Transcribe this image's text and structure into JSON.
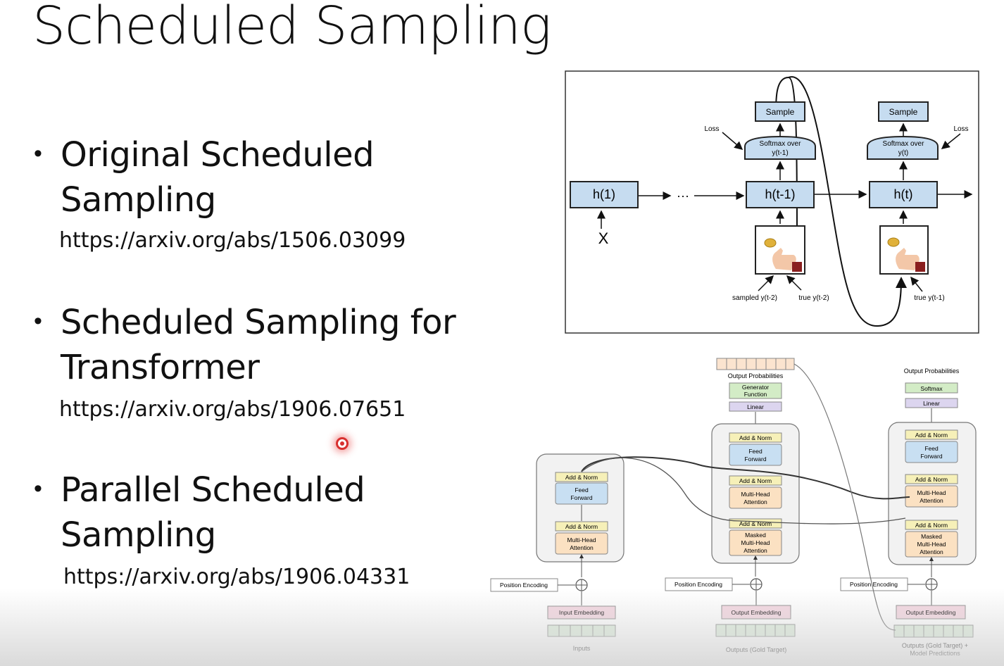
{
  "slide": {
    "title": "Scheduled Sampling",
    "bullets": [
      {
        "title_line1": "Original Scheduled",
        "title_line2": "Sampling",
        "link": "https://arxiv.org/abs/1506.03099"
      },
      {
        "title_line1": "Scheduled Sampling for",
        "title_line2": "Transformer",
        "link": "https://arxiv.org/abs/1906.07651"
      },
      {
        "title_line1": "Parallel Scheduled",
        "title_line2": "Sampling",
        "link": "https://arxiv.org/abs/1906.04331"
      }
    ]
  },
  "rnn_diagram": {
    "h1": "h(1)",
    "ellipsis": "···",
    "input_x": "X",
    "ht_minus1": "h(t-1)",
    "ht": "h(t)",
    "sample_left": "Sample",
    "sample_right": "Sample",
    "softmax_left_l1": "Softmax over",
    "softmax_left_l2": "y(t-1)",
    "softmax_right_l1": "Softmax over",
    "softmax_right_l2": "y(t)",
    "loss_left": "Loss",
    "loss_right": "Loss",
    "label_sampled": "sampled y(t-2)",
    "label_true_left": "true y(t-2)",
    "label_true_right": "true y(t-1)"
  },
  "transformer_diagram": {
    "encoder": {
      "add_norm_top": "Add & Norm",
      "feed_forward_l1": "Feed",
      "feed_forward_l2": "Forward",
      "add_norm_bottom": "Add & Norm",
      "mha_l1": "Multi-Head",
      "mha_l2": "Attention",
      "position_encoding": "Position Encoding",
      "input_embedding": "Input Embedding",
      "inputs_label": "Inputs"
    },
    "decoder1": {
      "output_probabilities": "Output Probabilities",
      "generator_l1": "Generator",
      "generator_l2": "Function",
      "linear": "Linear",
      "add_norm_1": "Add & Norm",
      "feed_forward_l1": "Feed",
      "feed_forward_l2": "Forward",
      "add_norm_2": "Add & Norm",
      "mha_l1": "Multi-Head",
      "mha_l2": "Attention",
      "add_norm_3": "Add & Norm",
      "masked_l1": "Masked",
      "masked_l2": "Multi-Head",
      "masked_l3": "Attention",
      "position_encoding": "Position Encoding",
      "output_embedding": "Output Embedding",
      "outputs_label": "Outputs (Gold Target)"
    },
    "decoder2": {
      "output_probabilities": "Output Probabilities",
      "softmax": "Softmax",
      "linear": "Linear",
      "add_norm_1": "Add & Norm",
      "feed_forward_l1": "Feed",
      "feed_forward_l2": "Forward",
      "add_norm_2": "Add & Norm",
      "mha_l1": "Multi-Head",
      "mha_l2": "Attention",
      "add_norm_3": "Add & Norm",
      "masked_l1": "Masked",
      "masked_l2": "Multi-Head",
      "masked_l3": "Attention",
      "position_encoding": "Position Encoding",
      "output_embedding": "Output Embedding",
      "outputs_label_l1": "Outputs (Gold Target) +",
      "outputs_label_l2": "Model Predictions"
    }
  },
  "colors": {
    "rnn_box": "#c6dcf0",
    "add_norm": "#f6f0b8",
    "attention": "#fbe1c2",
    "feed_forward": "#c8dff2",
    "embedding": "#f4d6e0",
    "generator": "#d3ecc6",
    "linear": "#dcd5ef",
    "token": "#ddeedc",
    "output_token": "#fbe4cf"
  }
}
